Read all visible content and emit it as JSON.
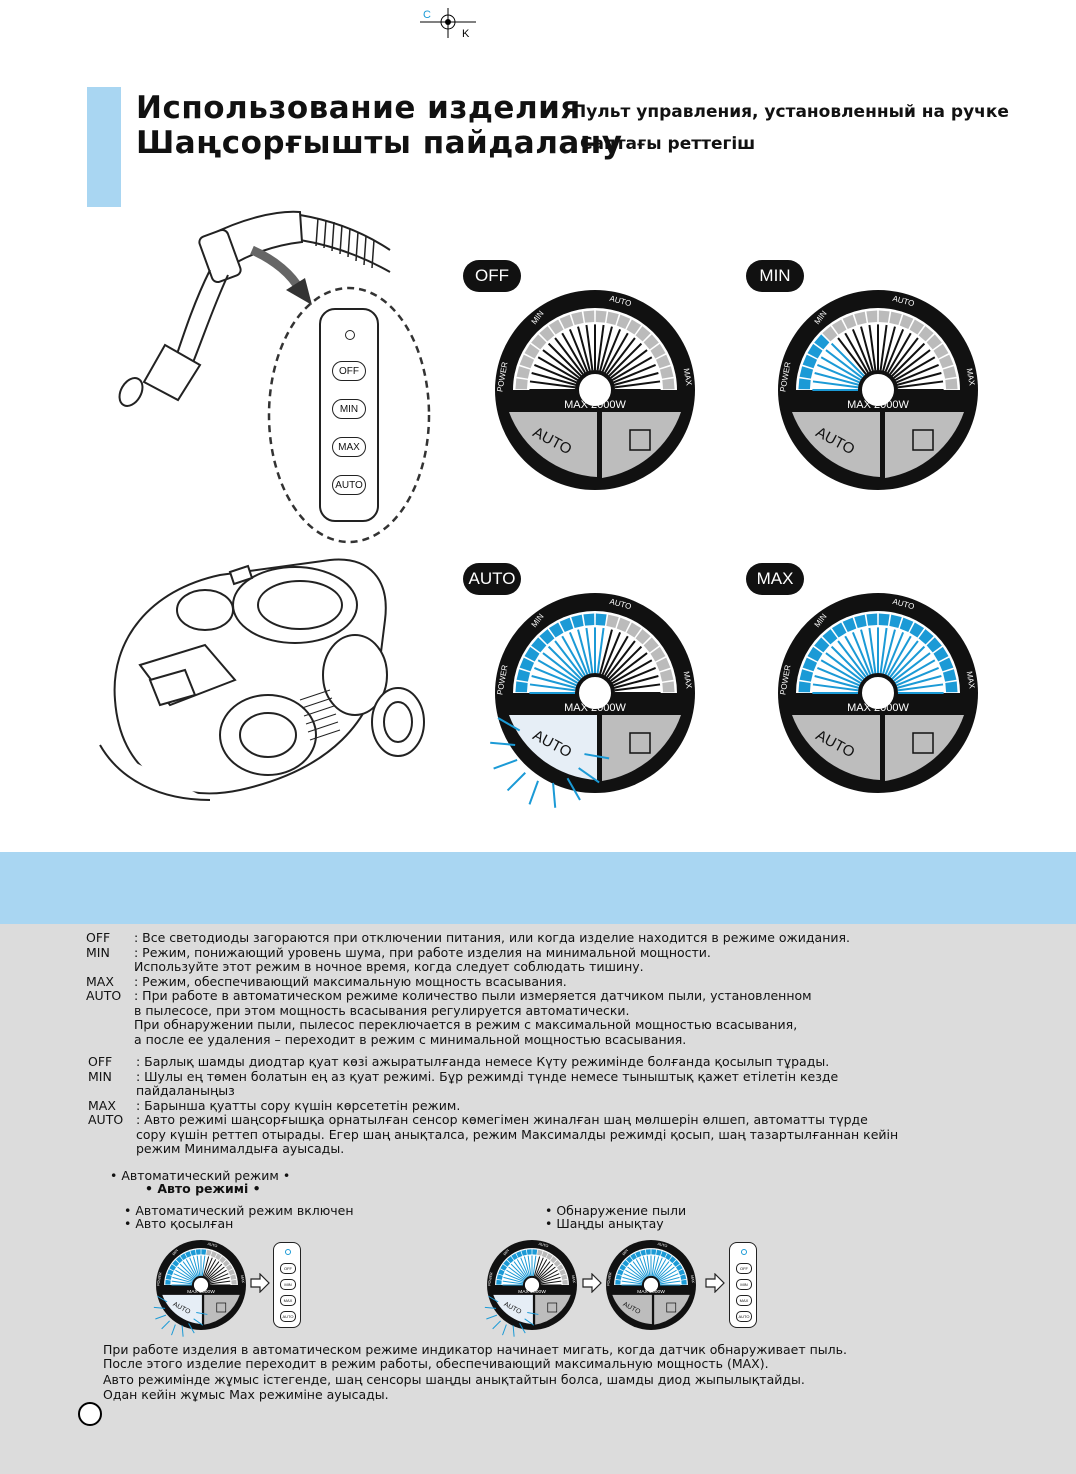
{
  "header": {
    "title_ru": "Использование изделия",
    "subtitle_ru": "Пульт управления, установленный на ручке",
    "title_kz": "Шаңсорғышты пайдалану",
    "subtitle_kz": "Саптағы реттегіш"
  },
  "crop_mark": {
    "c": "C",
    "k": "K"
  },
  "remote": {
    "buttons": [
      "OFF",
      "MIN",
      "MAX",
      "AUTO"
    ]
  },
  "dials": [
    {
      "badge": "OFF",
      "level": 0,
      "glow": false
    },
    {
      "badge": "MIN",
      "level": 0.25,
      "glow": false
    },
    {
      "badge": "AUTO",
      "level": 0.55,
      "glow": true
    },
    {
      "badge": "MAX",
      "level": 1.0,
      "glow": false
    }
  ],
  "dial_labels": {
    "power": "POWER",
    "min": "MIN",
    "auto": "AUTO",
    "max": "MAX",
    "wattage": "MAX 2000W",
    "auto_button": "AUTO"
  },
  "modes_ru": [
    {
      "key": "OFF",
      "lines": [
        ": Все светодиоды загораются при отключении питания, или когда изделие находится в режиме ожидания."
      ]
    },
    {
      "key": "MIN",
      "lines": [
        ": Режим, понижающий уровень шума, при работе изделия на минимальной мощности.",
        "  Используйте этот режим в ночное время, когда следует соблюдать тишину."
      ]
    },
    {
      "key": "MAX",
      "lines": [
        ": Режим, обеспечивающий максимальную мощность всасывания."
      ]
    },
    {
      "key": "AUTO",
      "lines": [
        ": При работе в автоматическом режиме количество пыли измеряется датчиком пыли, установленном",
        "  в пылесосе, при этом мощность всасывания регулируется автоматически.",
        "  При обнаружении пыли, пылесос переключается в режим с максимальной мощностью всасывания,",
        "  а после ее удаления – переходит в режим с минимальной мощностью всасывания."
      ]
    }
  ],
  "modes_kz": [
    {
      "key": "OFF",
      "lines": [
        ": Барлық шамды диодтар қуат көзі ажыратылғанда немесе Күту режимінде болғанда қосылып тұрады."
      ]
    },
    {
      "key": "MIN",
      "lines": [
        ": Шулы ең төмен болатын ең аз қуат режимі. Бұр режимді түнде немесе тыныштық қажет етілетін кезде",
        "  пайдаланыңыз"
      ]
    },
    {
      "key": "MAX",
      "lines": [
        ": Барынша қуатты сору күшін көрсететін режим."
      ]
    },
    {
      "key": "AUTO",
      "lines": [
        ": Авто режимі шаңсорғышқа орнатылған сенсор көмегімен жиналған шаң мөлшерін өлшеп, автоматты түрде",
        "  сору күшін реттеп отырады. Егер шаң анықталса, режим Максималды режимді қосып, шаң тазартылғаннан кейін",
        "  режим Минималдыға ауысады."
      ]
    }
  ],
  "auto_section": {
    "title_ru": "• Автоматический режим •",
    "title_kz": "• Авто режимі •",
    "left_label_ru": "• Автоматический режим включен",
    "left_label_kz": "• Авто қосылған",
    "right_label_ru": "• Обнаружение пыли",
    "right_label_kz": "• Шаңды анықтау"
  },
  "footer": {
    "ru_1": "При работе изделия в автоматическом режиме индикатор начинает мигать, когда датчик обнаруживает пыль.",
    "ru_2": "После этого изделие переходит в режим работы, обеспечивающий максимальную мощность (MAX).",
    "kz_1": "Авто режимінде жұмыс істегенде, шаң сенсоры шаңды анықтайтын болса, шамды диод жыпылықтайды.",
    "kz_2": "Одан кейін жұмыс Max режиміне ауысады."
  },
  "colors": {
    "band": "#a9d6f2",
    "grey": "#dcdcdc",
    "accent": "#1b9ad6"
  }
}
